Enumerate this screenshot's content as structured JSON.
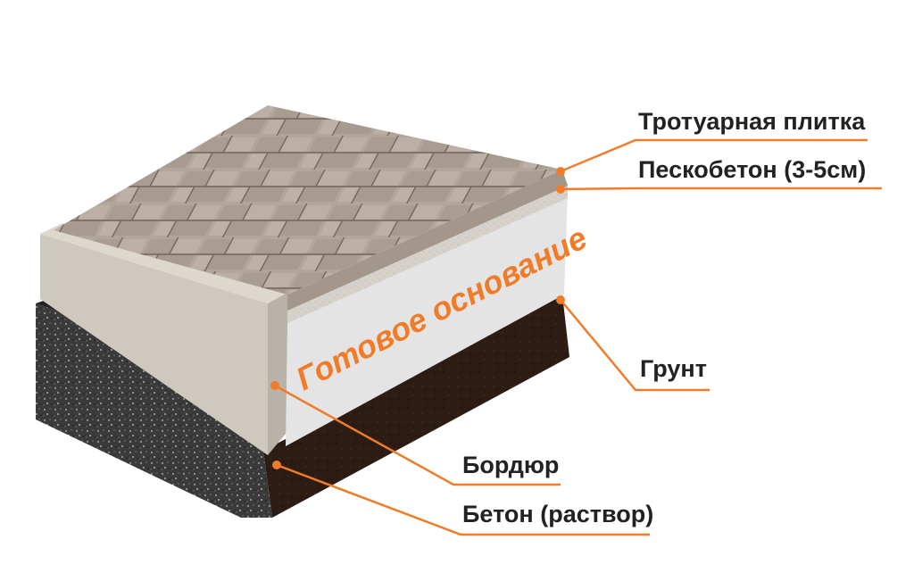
{
  "colors": {
    "accent": "#f07c2a",
    "tile": "#b5a89c",
    "sand_concrete": "#d8d4ce",
    "base": "#e6e6e6",
    "soil": "#2a1a12",
    "concrete": "#3c3c3c"
  },
  "overlay_text": "Готовое основание",
  "labels": {
    "paving_tile": "Тротуарная плитка",
    "sand_concrete": "Пескобетон (3-5см)",
    "soil": "Грунт",
    "curb": "Бордюр",
    "concrete": "Бетон (раствор)"
  }
}
